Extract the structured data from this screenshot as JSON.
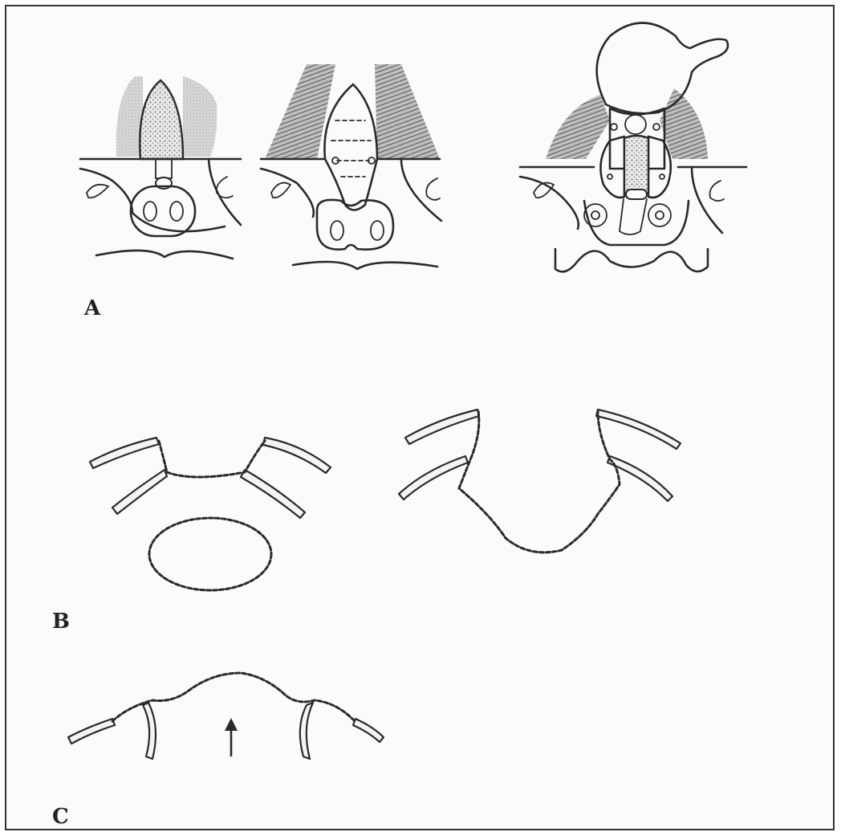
{
  "labels": {
    "panel_a": "A",
    "panel_b": "B",
    "panel_c": "C"
  },
  "colors": {
    "ink": "#2a2a2a",
    "paper": "#fbfbfb",
    "shade": "#9a9a9a"
  }
}
